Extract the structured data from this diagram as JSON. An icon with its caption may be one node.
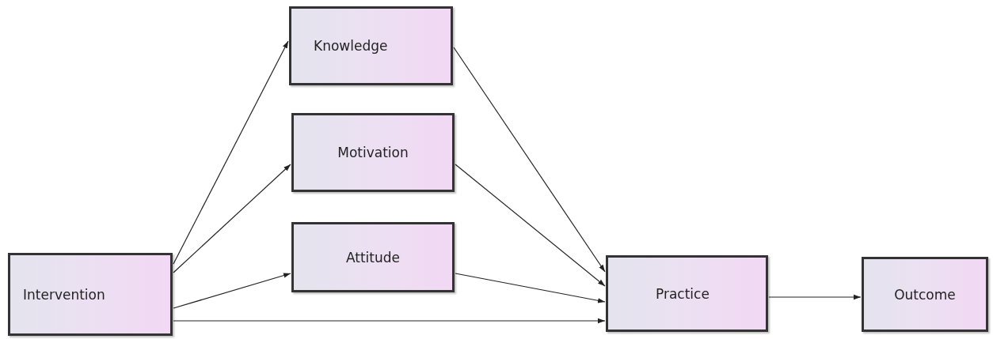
{
  "diagram": {
    "nodes": [
      {
        "text": [
          "Intervention"
        ]
      },
      {
        "text": [
          "Knowledge"
        ]
      },
      {
        "text": [
          "Motivation"
        ]
      },
      {
        "text": [
          "Attitude"
        ]
      },
      {
        "text": [
          "Practice"
        ]
      },
      {
        "text": [
          "Outcome"
        ]
      }
    ],
    "edges": [
      {
        "from": 0,
        "to": 1,
        "arrow": "to"
      },
      {
        "from": 0,
        "to": 2,
        "arrow": "to"
      },
      {
        "from": 0,
        "to": 3,
        "arrow": "to"
      },
      {
        "from": 0,
        "to": 4,
        "arrow": "to"
      },
      {
        "from": 1,
        "to": 4,
        "arrow": "to"
      },
      {
        "from": 2,
        "to": 4,
        "arrow": "to"
      },
      {
        "from": 3,
        "to": 4,
        "arrow": "to"
      },
      {
        "from": 4,
        "to": 5,
        "arrow": "to"
      }
    ]
  }
}
